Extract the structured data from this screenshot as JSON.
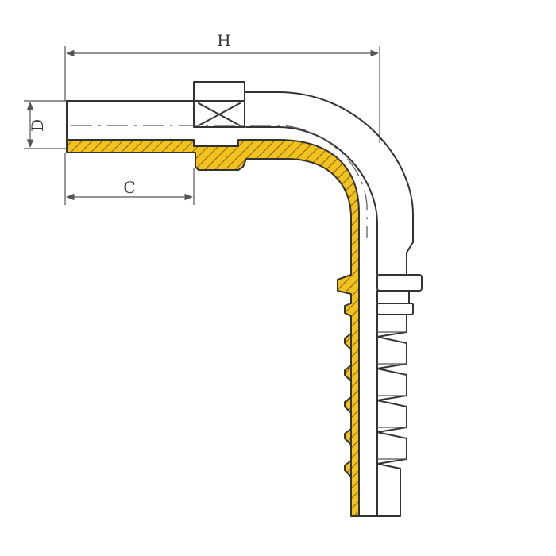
{
  "dimensions": {
    "h_label": "H",
    "c_label": "C",
    "d_label": "D"
  },
  "colors": {
    "section_fill": "#f2c21f",
    "hatch": "#8a6a00",
    "line": "#333333"
  }
}
